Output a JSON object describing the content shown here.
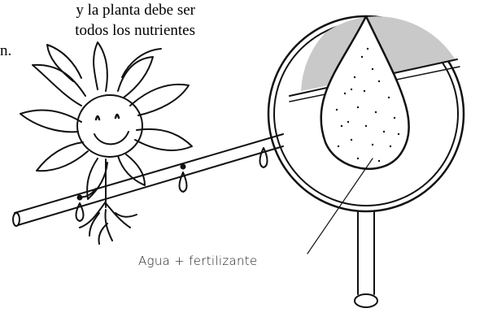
{
  "text": {
    "line1": "y la planta debe ser",
    "line2": "todos los nutrientes",
    "line3": "n."
  },
  "labels": {
    "caption": "Agua + fertilizante"
  }
}
